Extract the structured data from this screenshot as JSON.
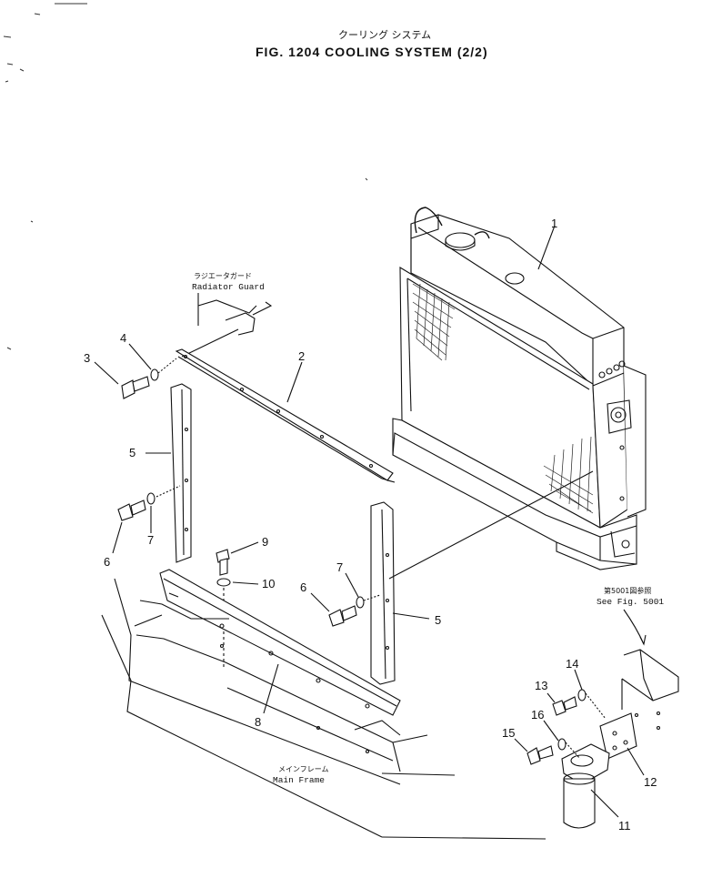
{
  "header": {
    "title_jp": "クーリング システム",
    "title_en": "FIG. 1204  COOLING  SYSTEM  (2/2)"
  },
  "notes": {
    "radiator_guard_jp": "ラジエータガード",
    "radiator_guard_en": "Radiator  Guard",
    "main_frame_jp": "メインフレーム",
    "main_frame_en": "Main  Frame",
    "see_fig_jp": "第5001図参照",
    "see_fig_en": "See Fig. 5001"
  },
  "callouts": {
    "c1": "1",
    "c2": "2",
    "c3": "3",
    "c4": "4",
    "c5a": "5",
    "c5b": "5",
    "c6a": "6",
    "c6b": "6",
    "c7a": "7",
    "c7b": "7",
    "c8": "8",
    "c9": "9",
    "c10": "10",
    "c11": "11",
    "c12": "12",
    "c13": "13",
    "c14": "14",
    "c15": "15",
    "c16": "16"
  }
}
